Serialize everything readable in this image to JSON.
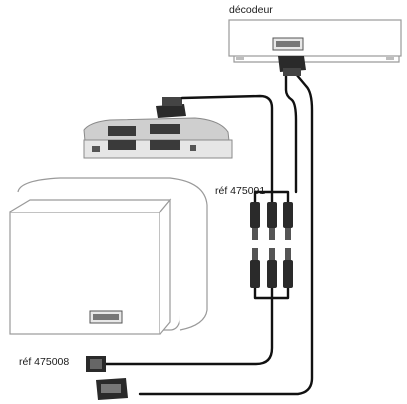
{
  "labels": {
    "decoder": "décodeur",
    "ref_adapter": "réf 475091",
    "ref_cable": "réf 475008"
  },
  "colors": {
    "cable": "#111111",
    "device_outline": "#9a9a9a",
    "switch_body": "#c8c8c8",
    "connector": "#2a2a2a"
  },
  "devices": [
    "decoder-box",
    "scart-switch",
    "television"
  ],
  "icons": [
    "scart-connector-icon",
    "rca-plug-icon"
  ]
}
